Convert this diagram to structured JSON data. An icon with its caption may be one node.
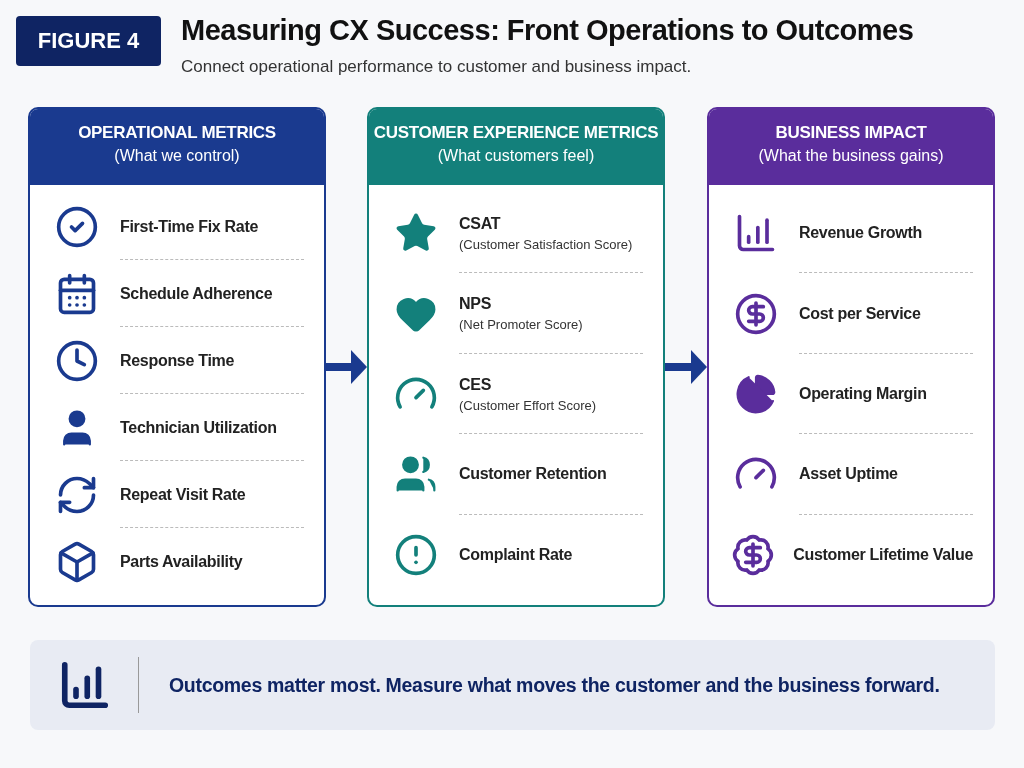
{
  "diagram": {
    "title": "Measuring CX Success: Front Operations to Outcomes",
    "caption": "Connect operational performance to customer and business impact.",
    "nodes": [
      {
        "text": [
          "OPERATIONAL METRICS",
          "(What we control)"
        ]
      },
      {
        "text": [
          "First-Time Fix Rate"
        ],
        "in": 0
      },
      {
        "text": [
          "Schedule Adherence"
        ],
        "in": 0
      },
      {
        "text": [
          "Response Time"
        ],
        "in": 0
      },
      {
        "text": [
          "Technician Utilization"
        ],
        "in": 0
      },
      {
        "text": [
          "Repeat Visit Rate"
        ],
        "in": 0
      },
      {
        "text": [
          "Parts Availability"
        ],
        "in": 0
      },
      {
        "text": [
          "CUSTOMER EXPERIENCE METRICS",
          "(What customers feel)"
        ]
      },
      {
        "text": [
          "CSAT",
          "(Customer Satisfaction Score)"
        ],
        "in": 7
      },
      {
        "text": [
          "NPS",
          "(Net Promoter Score)"
        ],
        "in": 7
      },
      {
        "text": [
          "CES",
          "(Customer Effort Score)"
        ],
        "in": 7
      },
      {
        "text": [
          "Customer Retention"
        ],
        "in": 7
      },
      {
        "text": [
          "Complaint Rate"
        ],
        "in": 7
      },
      {
        "text": [
          "BUSINESS IMPACT",
          "(What the business gains)"
        ]
      },
      {
        "text": [
          "Revenue Growth"
        ],
        "in": 13
      },
      {
        "text": [
          "Cost per Service"
        ],
        "in": 13
      },
      {
        "text": [
          "Operating Margin"
        ],
        "in": 13
      },
      {
        "text": [
          "Asset Uptime"
        ],
        "in": 13
      },
      {
        "text": [
          "Customer Lifetime Value"
        ],
        "in": 13
      },
      {
        "text": [
          "Outcomes matter most. Measure what moves the customer and the business forward."
        ]
      }
    ],
    "edges": [
      {
        "from": 0,
        "to": 7,
        "arrow": "to"
      },
      {
        "from": 7,
        "to": 13,
        "arrow": "to"
      }
    ],
    "labels": [
      "FIGURE 4"
    ]
  }
}
